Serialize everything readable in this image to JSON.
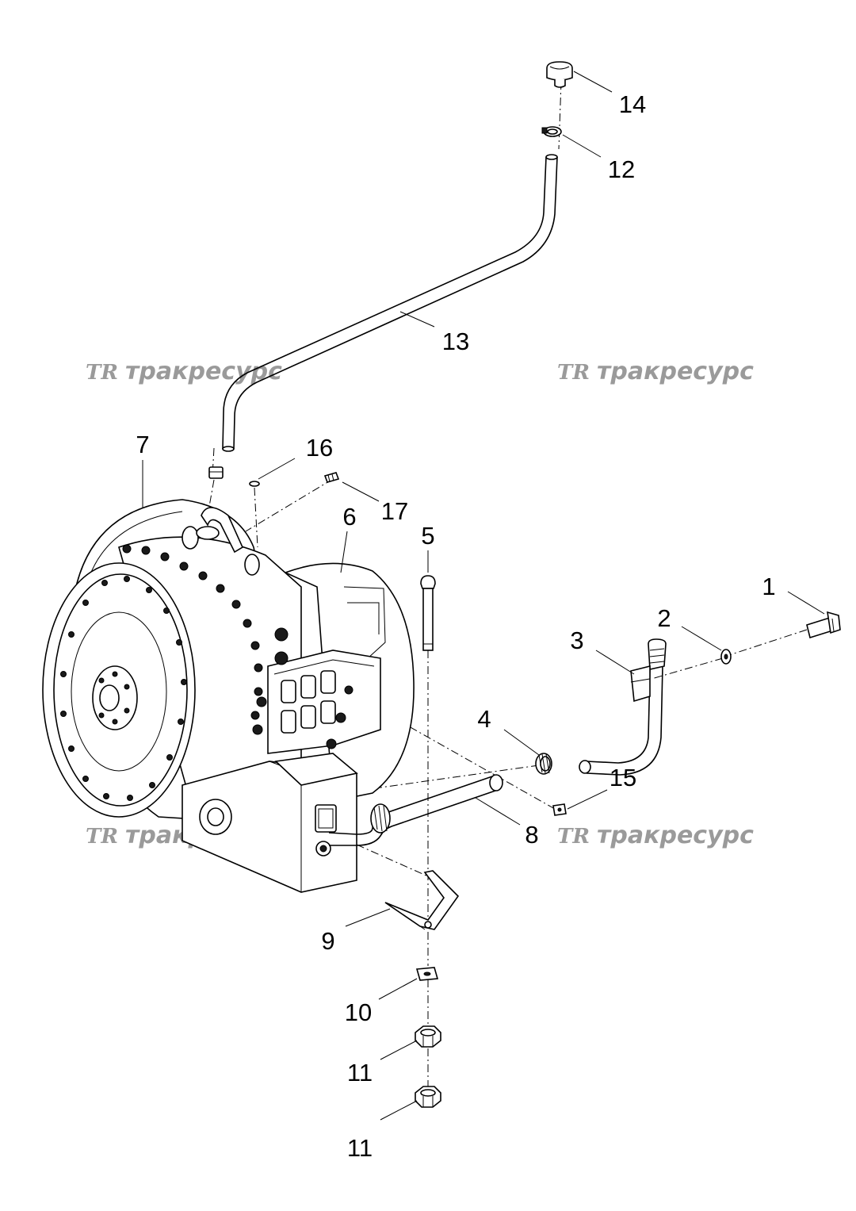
{
  "labels": {
    "l1": "1",
    "l2": "2",
    "l3": "3",
    "l4": "4",
    "l5": "5",
    "l6": "6",
    "l7": "7",
    "l8": "8",
    "l9": "9",
    "l10": "10",
    "l11a": "11",
    "l11b": "11",
    "l12": "12",
    "l13": "13",
    "l14": "14",
    "l15": "15",
    "l16": "16",
    "l17": "17"
  },
  "watermark": {
    "logo": "TR",
    "text": "тракресурс",
    "color": "#9a9a9a"
  }
}
